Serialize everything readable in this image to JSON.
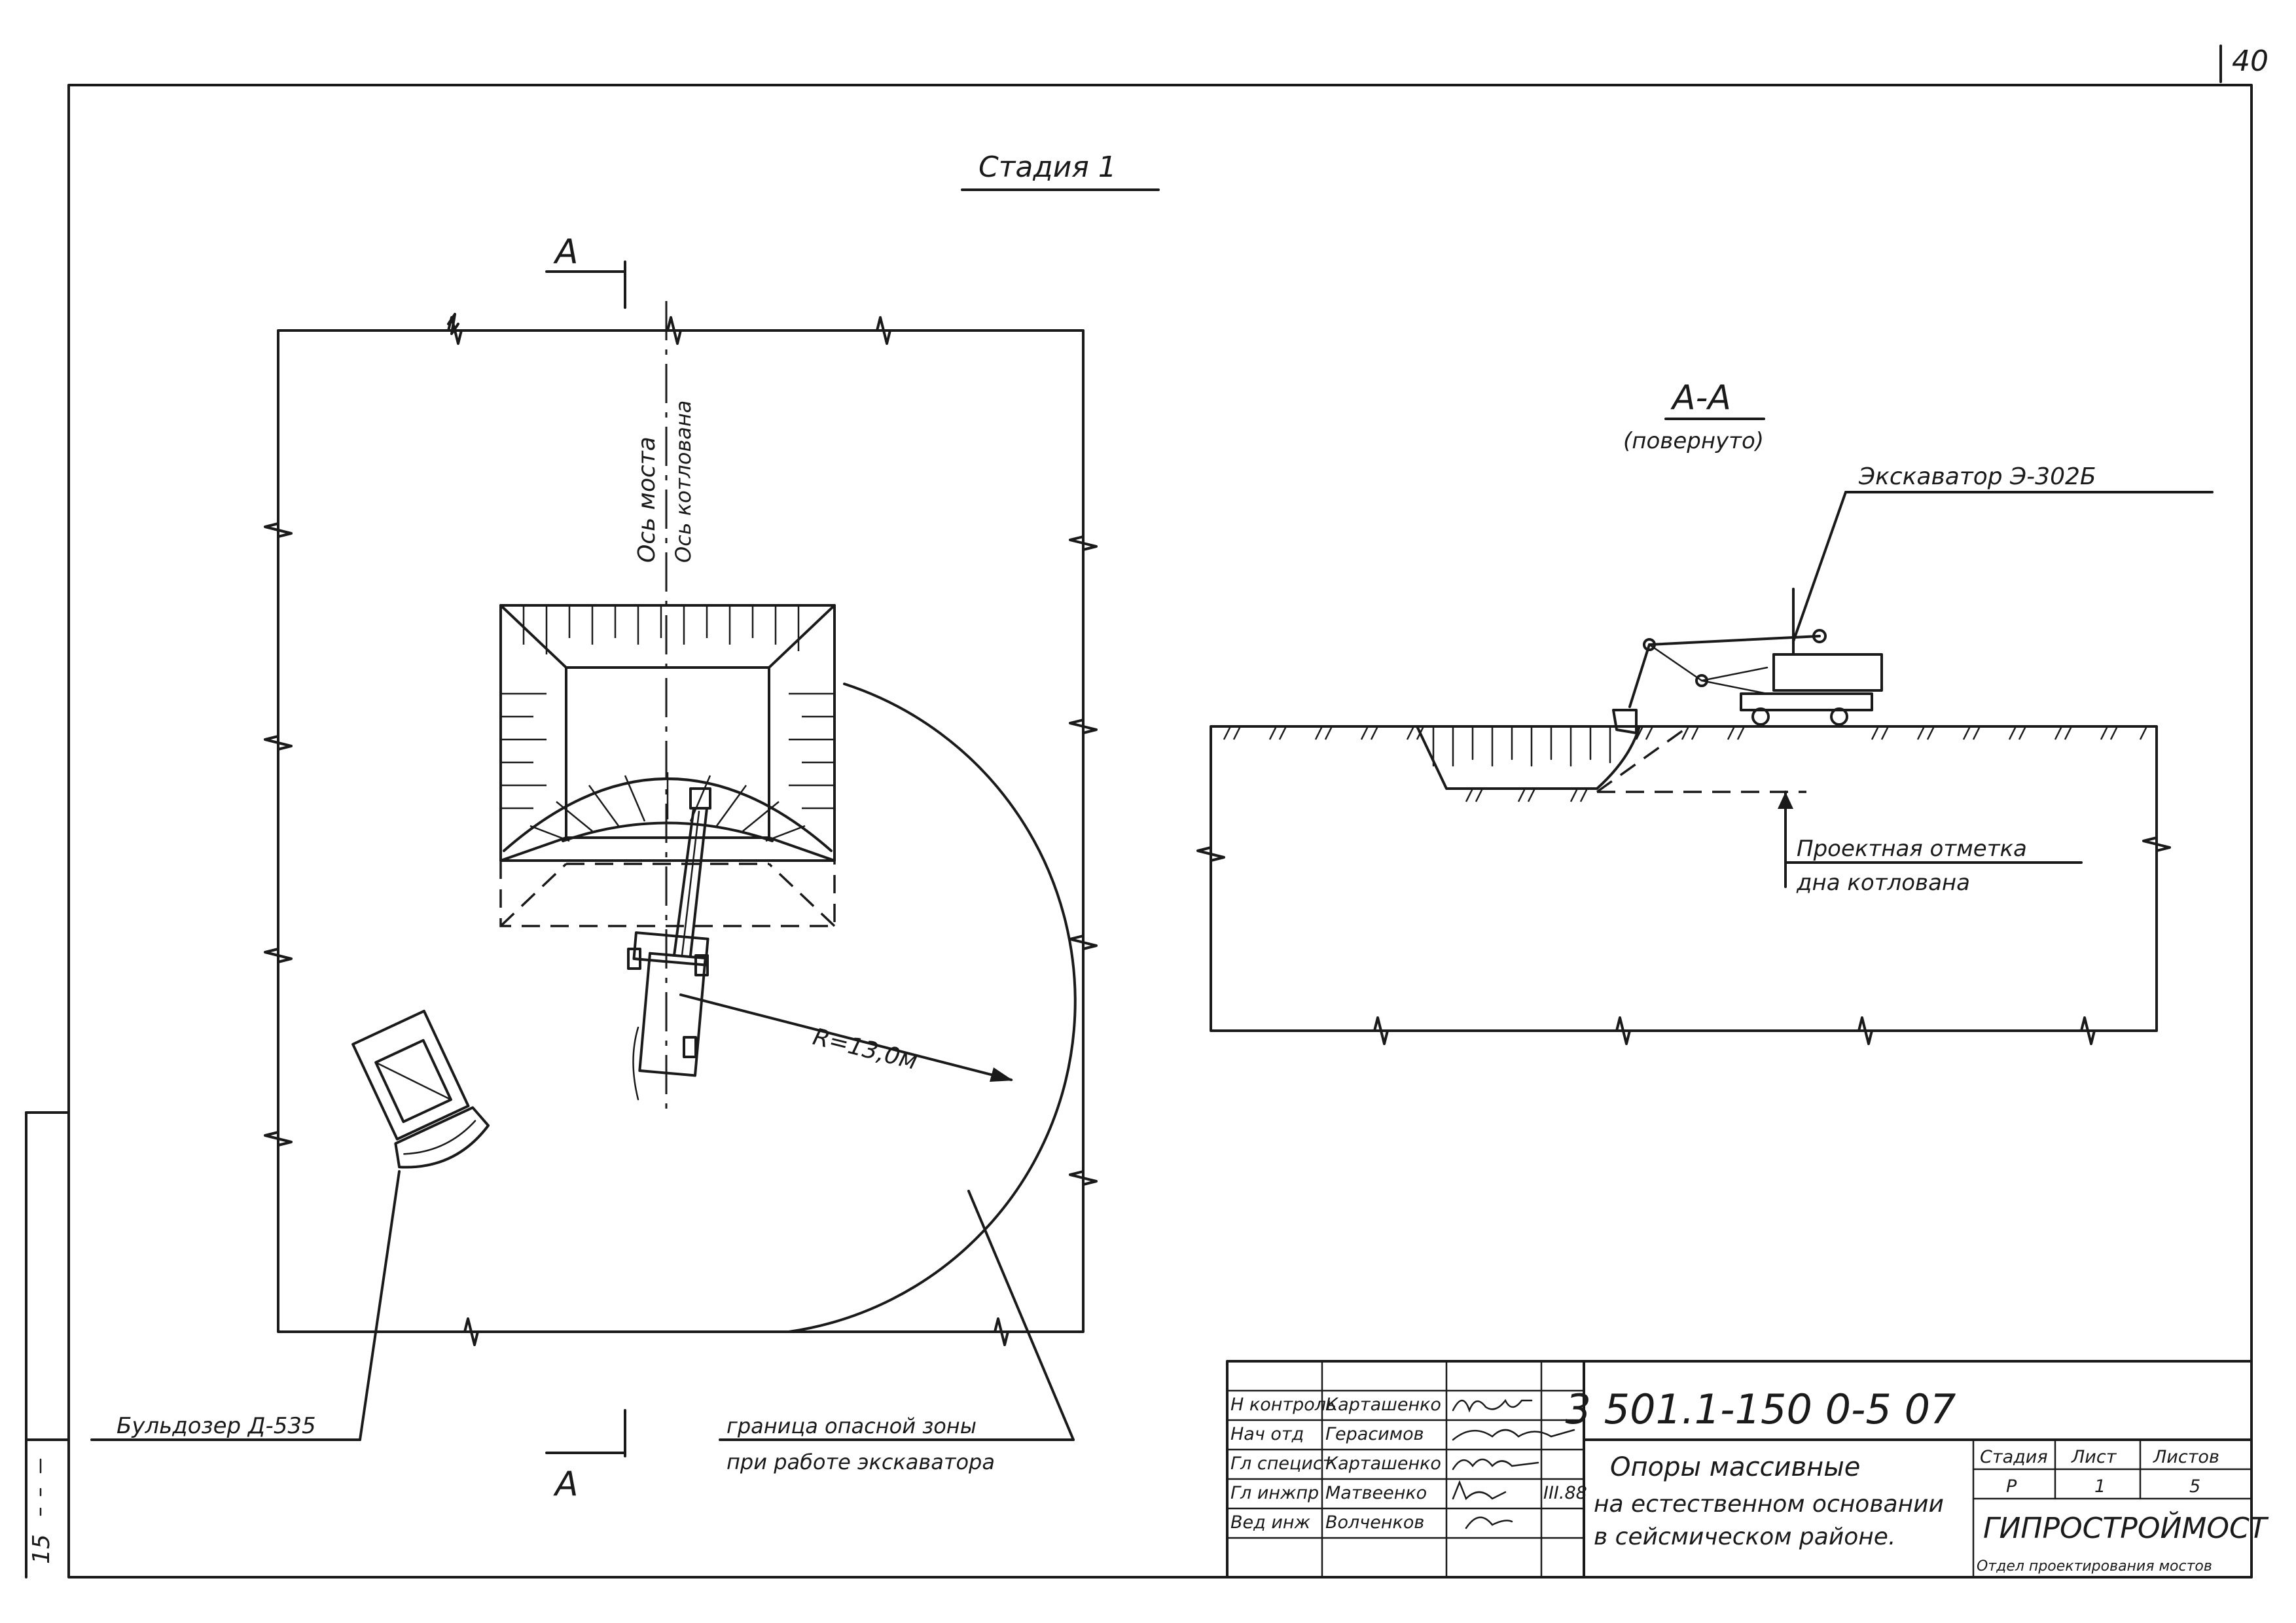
{
  "page_number": "40",
  "stage_title": "Стадия 1",
  "section_marker": "А",
  "axis_labels": {
    "bridge_axis": "Ось моста",
    "pit_axis": "Ось котлована"
  },
  "radius_label": "R=13,0м",
  "callouts": {
    "bulldozer": "Бульдозер Д-535",
    "danger_zone_line1": "граница опасной зоны",
    "danger_zone_line2": "при работе экскаватора"
  },
  "section": {
    "title": "А-А",
    "subtitle": "(повернуто)",
    "excavator": "Экскаватор Э-302Б",
    "mark_line1": "Проектная отметка",
    "mark_line2": "дна котлована"
  },
  "title_block": {
    "doc_code": "3 501.1-150 0-5 07",
    "roles": [
      {
        "role": "Н контроль",
        "name": "Карташенко"
      },
      {
        "role": "Нач отд",
        "name": "Герасимов"
      },
      {
        "role": "Гл специст",
        "name": "Карташенко"
      },
      {
        "role": "Гл инжпр",
        "name": "Матвеенко"
      },
      {
        "role": "Вед инж",
        "name": "Волченков"
      }
    ],
    "date": "III.88",
    "description_line1": "Опоры массивные",
    "description_line2": "на естественном основании",
    "description_line3": "в сейсмическом районе.",
    "headers": {
      "stage": "Стадия",
      "sheet": "Лист",
      "sheets": "Листов"
    },
    "values": {
      "stage": "Р",
      "sheet": "1",
      "sheets": "5"
    },
    "org": "ГИПРОСТРОЙМОСТ",
    "dept": "Отдел проектирования мостов"
  },
  "margin_stamp": "15"
}
